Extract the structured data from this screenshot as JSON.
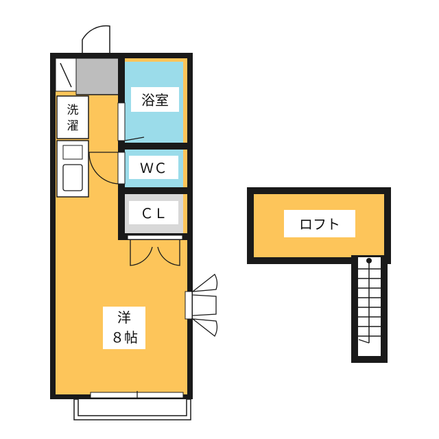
{
  "rooms": {
    "bath": {
      "label": "浴室"
    },
    "wc": {
      "label": "ＷＣ"
    },
    "closet": {
      "label": "ＣＬ"
    },
    "laundry": {
      "label_line1": "洗",
      "label_line2": "濯"
    },
    "western": {
      "label_line1": "洋",
      "label_line2": "８帖"
    },
    "loft": {
      "label": "ロフト"
    }
  },
  "colors": {
    "wall": "#1a1a1a",
    "floor_yellow": "#fdc55a",
    "bath_blue": "#9bdcea",
    "closet_gray": "#d8d8d8",
    "entry_gray": "#bdbdbd",
    "label_box": "#ffffff"
  }
}
